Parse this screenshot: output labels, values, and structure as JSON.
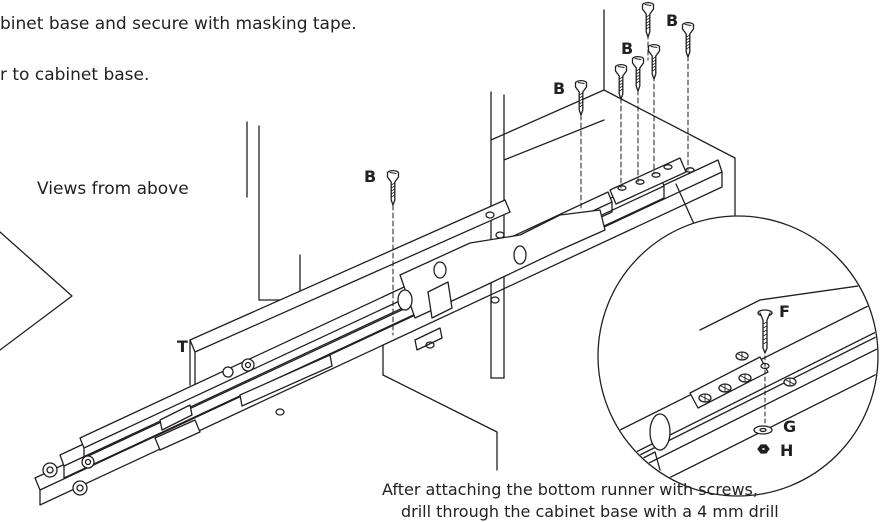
{
  "instructions": {
    "line1": "binet base and secure with masking tape.",
    "line2": "r to cabinet base.",
    "views_caption": "Views from above",
    "detail_caption_line1": "After attaching the bottom runner with screws,",
    "detail_caption_line2": "drill through the cabinet base with a 4 mm drill"
  },
  "labels": {
    "b_top": "B",
    "b_middle": "B",
    "b_row": "B",
    "b_left": "B",
    "t": "T",
    "f": "F",
    "g": "G",
    "h": "H"
  },
  "colors": {
    "line": "#231f20",
    "background": "#ffffff"
  }
}
